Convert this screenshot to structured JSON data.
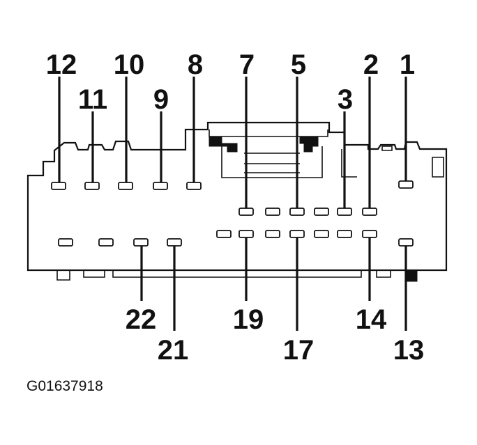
{
  "figure_id": "G01637918",
  "top_labels": [
    "12",
    "11",
    "10",
    "9",
    "8",
    "7",
    "5",
    "3",
    "2",
    "1"
  ],
  "bottom_labels": [
    "22",
    "21",
    "19",
    "17",
    "14",
    "13"
  ]
}
